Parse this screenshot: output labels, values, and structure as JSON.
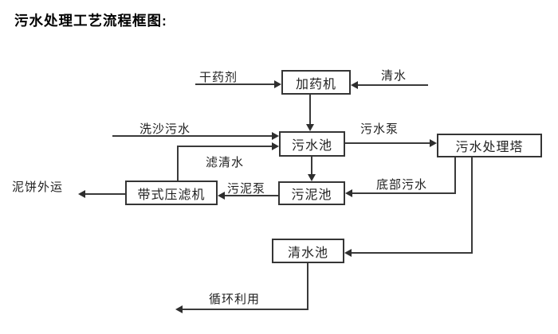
{
  "title": "污水处理工艺流程框图:",
  "diagram": {
    "nodes": {
      "dosing_machine": "加药机",
      "sewage_pool": "污水池",
      "treatment_tower": "污水处理塔",
      "sludge_pool": "污泥池",
      "belt_filter_press": "带式压滤机",
      "clean_water_pool": "清水池"
    },
    "edge_labels": {
      "dry_agent": "干药剂",
      "clean_water": "清水",
      "sand_washing_sewage": "洗沙污水",
      "sewage_pump": "污水泵",
      "filtered_water": "滤清水",
      "sludge_pump": "污泥泵",
      "bottom_sewage": "底部污水",
      "mud_cake_out": "泥饼外运",
      "recycle": "循环利用"
    },
    "colors": {
      "background": "#ffffff",
      "line": "#3a3a3a",
      "box_border": "#353535",
      "text": "#1f1f1f"
    }
  }
}
